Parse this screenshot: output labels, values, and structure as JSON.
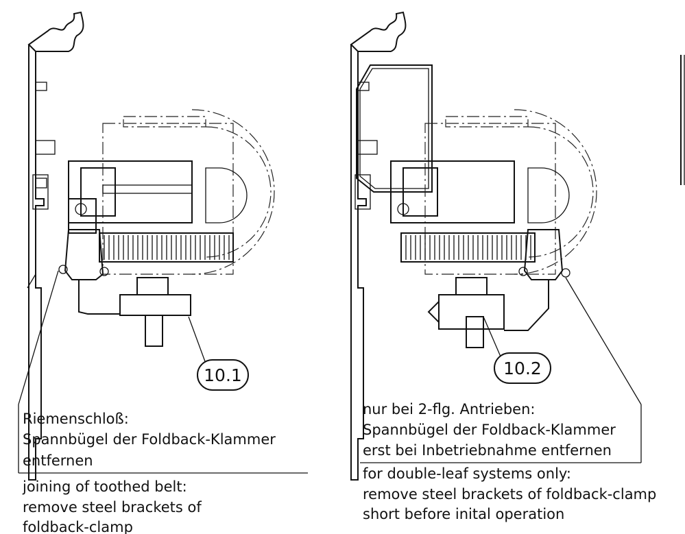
{
  "left_assembly": {
    "callout": "10.1",
    "label_de": [
      "Riemenschloß:",
      "Spannbügel der Foldback-Klammer",
      "entfernen"
    ],
    "label_en": [
      "joining of toothed belt:",
      "remove steel brackets of",
      "foldback-clamp"
    ]
  },
  "right_assembly": {
    "callout": "10.2",
    "label_de": [
      "nur bei 2-flg. Antrieben:",
      "Spannbügel der Foldback-Klammer",
      "erst bei Inbetriebnahme entfernen"
    ],
    "label_en": [
      "for double-leaf systems only:",
      "remove steel brackets of foldback-clamp",
      "short before inital operation"
    ]
  },
  "colors": {
    "line": "#111111",
    "background": "#ffffff"
  }
}
